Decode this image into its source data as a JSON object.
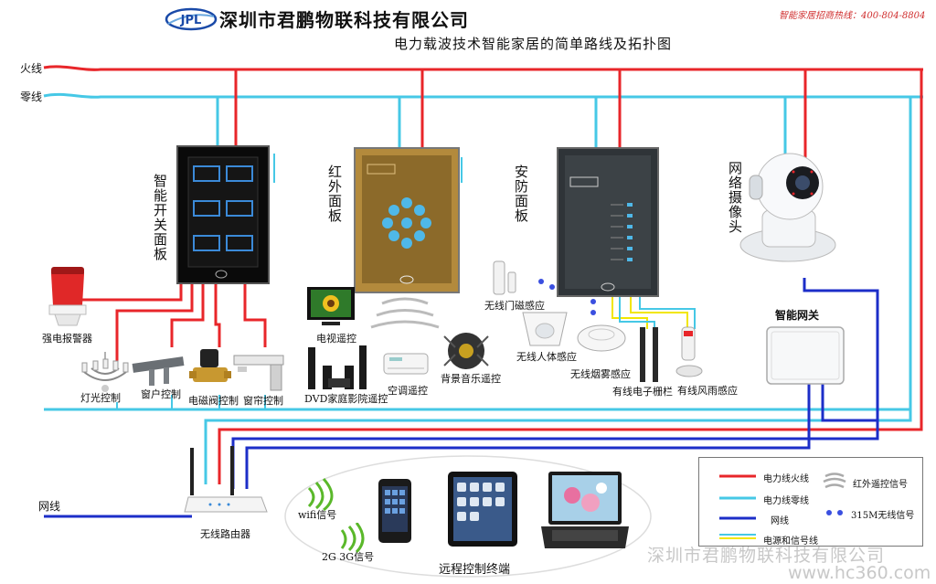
{
  "header": {
    "logo_text": "JPL",
    "company": "深圳市君鹏物联科技有限公司",
    "subtitle": "电力载波技术智能家居的简单路线及拓扑图",
    "hotline": "智能家居招商热线：400-804-8804"
  },
  "wires": {
    "live": "火线",
    "neutral": "零线",
    "network": "网线"
  },
  "panels": {
    "switch_panel": "智能开关面板",
    "ir_panel": "红外面板",
    "security_panel": "安防面板",
    "camera": "网络摄像头",
    "gateway": "智能网关"
  },
  "devices": {
    "alarm": "强电报警器",
    "lighting": "灯光控制",
    "window": "窗户控制",
    "valve": "电磁阀控制",
    "curtain": "窗帘控制",
    "tv": "电视遥控",
    "dvd": "DVD家庭影院遥控",
    "aircon": "空调遥控",
    "music": "背景音乐遥控",
    "door_sensor": "无线门磁感应",
    "pir_sensor": "无线人体感应",
    "smoke_sensor": "无线烟雾感应",
    "fence": "有线电子栅栏",
    "wind_rain": "有线风雨感应",
    "router": "无线路由器"
  },
  "remote": {
    "wifi": "wifi信号",
    "mobile": "2G 3G信号",
    "terminal": "远程控制终端"
  },
  "legend": {
    "live": "电力线火线",
    "neutral": "电力线零线",
    "network": "网线",
    "power_signal": "电源和信号线",
    "ir_signal": "红外遥控信号",
    "rf_signal": "315M无线信号"
  },
  "watermark": {
    "company": "深圳市君鹏物联科技有限公司",
    "site": "www.hc360.com"
  },
  "colors": {
    "live": "#e8262a",
    "neutral": "#46c8e6",
    "network": "#1c2ec8",
    "signal_yellow": "#f2e600",
    "rf_dot": "#3a4fe0"
  }
}
